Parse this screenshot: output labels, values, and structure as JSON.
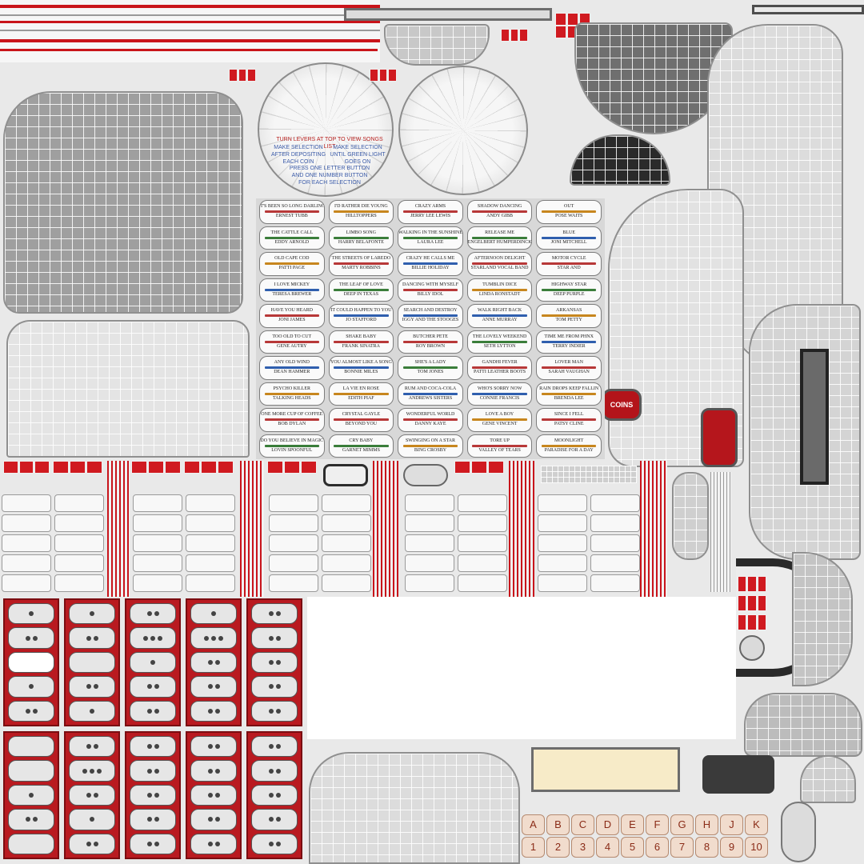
{
  "instructions": {
    "heading": "TURN LEVERS AT TOP TO VIEW SONGS LIST",
    "left_block": [
      "MAKE SELECTION",
      "AFTER DEPOSITING",
      "EACH COIN"
    ],
    "right_block": [
      "MAKE SELECTION",
      "UNTIL GREEN LIGHT",
      "GOES ON"
    ],
    "bottom_block": [
      "PRESS ONE LETTER BUTTON",
      "AND ONE NUMBER BUTTON",
      "FOR EACH SELECTION"
    ]
  },
  "coins_label": "COINS",
  "songs": [
    {
      "t1": "IT'S BEEN SO LONG DARLING",
      "t2": "ERNEST TUBB",
      "color": "#b73838"
    },
    {
      "t1": "THE CATTLE CALL",
      "t2": "EDDY ARNOLD",
      "color": "#3a7d3a"
    },
    {
      "t1": "OLD CAPE COD",
      "t2": "PATTI PAGE",
      "color": "#c7861e"
    },
    {
      "t1": "I LOVE MICKEY",
      "t2": "TERESA BREWER",
      "color": "#2f5fae"
    },
    {
      "t1": "HAVE YOU HEARD",
      "t2": "JONI JAMES",
      "color": "#b73838"
    },
    {
      "t1": "TOO OLD TO CUT",
      "t2": "GENE AUTRY",
      "color": "#b73838"
    },
    {
      "t1": "ANY OLD WIND",
      "t2": "DEAN HAMMER",
      "color": "#2f5fae"
    },
    {
      "t1": "PSYCHO KILLER",
      "t2": "TALKING HEADS",
      "color": "#c7861e"
    },
    {
      "t1": "ONE MORE CUP OF COFFEE",
      "t2": "BOB DYLAN",
      "color": "#b73838"
    },
    {
      "t1": "DO YOU BELIEVE IN MAGIC",
      "t2": "LOVIN SPOONFUL",
      "color": "#3a7d3a"
    },
    {
      "t1": "I'D RATHER DIE YOUNG",
      "t2": "HILLTOPPERS",
      "color": "#c7861e"
    },
    {
      "t1": "LIMBO SONG",
      "t2": "HARRY BELAFONTE",
      "color": "#3a7d3a"
    },
    {
      "t1": "THE STREETS OF LAREDO",
      "t2": "MARTY ROBBINS",
      "color": "#b73838"
    },
    {
      "t1": "THE LEAF OF LOVE",
      "t2": "DEEP IN TEXAS",
      "color": "#3a7d3a"
    },
    {
      "t1": "IT COULD HAPPEN TO YOU",
      "t2": "JO STAFFORD",
      "color": "#2f5fae"
    },
    {
      "t1": "SHAKE BABY",
      "t2": "FRANK SINATRA",
      "color": "#b73838"
    },
    {
      "t1": "YOU ALMOST LIKE A SONG",
      "t2": "BONNIE MILES",
      "color": "#2f5fae"
    },
    {
      "t1": "LA VIE EN ROSE",
      "t2": "EDITH PIAF",
      "color": "#c7861e"
    },
    {
      "t1": "CRYSTAL GAYLE",
      "t2": "BEYOND YOU",
      "color": "#b73838"
    },
    {
      "t1": "CRY BABY",
      "t2": "GARNET MIMMS",
      "color": "#3a7d3a"
    },
    {
      "t1": "CRAZY ARMS",
      "t2": "JERRY LEE LEWIS",
      "color": "#b73838"
    },
    {
      "t1": "WALKING IN THE SUNSHINE",
      "t2": "LAURA LEE",
      "color": "#3a7d3a"
    },
    {
      "t1": "CRAZY HE CALLS ME",
      "t2": "BILLIE HOLIDAY",
      "color": "#2f5fae"
    },
    {
      "t1": "DANCING WITH MYSELF",
      "t2": "BILLY IDOL",
      "color": "#b73838"
    },
    {
      "t1": "SEARCH AND DESTROY",
      "t2": "IGGY AND THE STOOGES",
      "color": "#2f5fae"
    },
    {
      "t1": "BUTCHER PETE",
      "t2": "ROY BROWN",
      "color": "#b73838"
    },
    {
      "t1": "SHE'S A LADY",
      "t2": "TOM JONES",
      "color": "#3a7d3a"
    },
    {
      "t1": "RUM AND COCA-COLA",
      "t2": "ANDREWS SISTERS",
      "color": "#2f5fae"
    },
    {
      "t1": "WONDERFUL WORLD",
      "t2": "DANNY KAYE",
      "color": "#b73838"
    },
    {
      "t1": "SWINGING ON A STAR",
      "t2": "BING CROSBY",
      "color": "#c7861e"
    },
    {
      "t1": "SHADOW DANCING",
      "t2": "ANDY GIBB",
      "color": "#b73838"
    },
    {
      "t1": "RELEASE ME",
      "t2": "ENGELBERT HUMPERDINCK",
      "color": "#3a7d3a"
    },
    {
      "t1": "AFTERNOON DELIGHT",
      "t2": "STARLAND VOCAL BAND",
      "color": "#b73838"
    },
    {
      "t1": "TUMBLIN DICE",
      "t2": "LINDA RONSTADT",
      "color": "#c7861e"
    },
    {
      "t1": "WALK RIGHT BACK",
      "t2": "ANNE MURRAY",
      "color": "#2f5fae"
    },
    {
      "t1": "THE LOVELY WEEKEND",
      "t2": "SETH LYTTON",
      "color": "#3a7d3a"
    },
    {
      "t1": "GANDHI FEVER",
      "t2": "PATTI LEATHER BOOTS",
      "color": "#b73838"
    },
    {
      "t1": "WHO'S SORRY NOW",
      "t2": "CONNIE FRANCIS",
      "color": "#2f5fae"
    },
    {
      "t1": "LOVE A BOY",
      "t2": "GENE VINCENT",
      "color": "#c7861e"
    },
    {
      "t1": "TORE UP",
      "t2": "VALLEY OF TEARS",
      "color": "#b73838"
    },
    {
      "t1": "OUT",
      "t2": "POSE WAITS",
      "color": "#c7861e"
    },
    {
      "t1": "BLUE",
      "t2": "JONI MITCHELL",
      "color": "#2f5fae"
    },
    {
      "t1": "MOTOR CYCLE",
      "t2": "STAR AND",
      "color": "#b73838"
    },
    {
      "t1": "HIGHWAY STAR",
      "t2": "DEEP PURPLE",
      "color": "#3a7d3a"
    },
    {
      "t1": "ARKANSAS",
      "t2": "TOM PETTY",
      "color": "#c7861e"
    },
    {
      "t1": "TIME ME FROM PHNX",
      "t2": "TERRY INDIER",
      "color": "#2f5fae"
    },
    {
      "t1": "LOVER MAN",
      "t2": "SARAH VAUGHAN",
      "color": "#b73838"
    },
    {
      "t1": "RAIN DROPS KEEP FALLIN",
      "t2": "BRENDA LEE",
      "color": "#c7861e"
    },
    {
      "t1": "SINCE I FELL",
      "t2": "PATSY CLINE",
      "color": "#b73838"
    },
    {
      "t1": "MOONLIGHT",
      "t2": "PARADISE FOR A DAY",
      "color": "#c7861e"
    }
  ],
  "keypad": {
    "letters": [
      "A",
      "B",
      "C",
      "D",
      "E",
      "F",
      "G",
      "H",
      "J",
      "K"
    ],
    "numbers": [
      "1",
      "2",
      "3",
      "4",
      "5",
      "6",
      "7",
      "8",
      "9",
      "10"
    ]
  }
}
